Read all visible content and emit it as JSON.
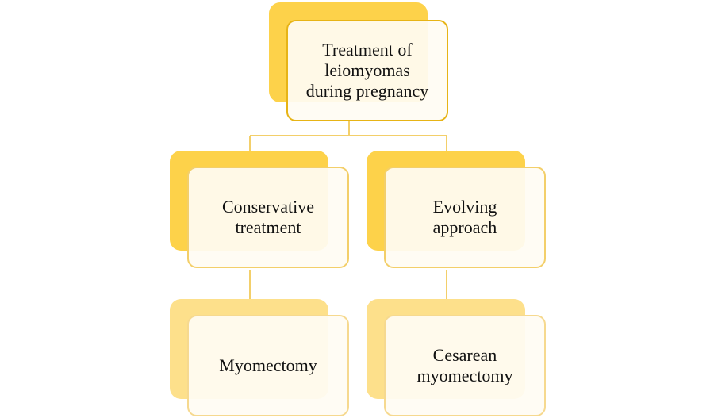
{
  "diagram": {
    "root": {
      "label": "Treatment of\nleiomyomas\nduring pregnancy"
    },
    "branches": [
      {
        "label": "Conservative\ntreatment",
        "child": {
          "label": "Myomectomy"
        }
      },
      {
        "label": "Evolving\napproach",
        "child": {
          "label": "Cesarean\nmyomectomy"
        }
      }
    ]
  },
  "colors": {
    "accent": "#fdd24a",
    "accent_light": "#fde08b",
    "border": "#e7b416",
    "connector": "#f3cf6a"
  }
}
